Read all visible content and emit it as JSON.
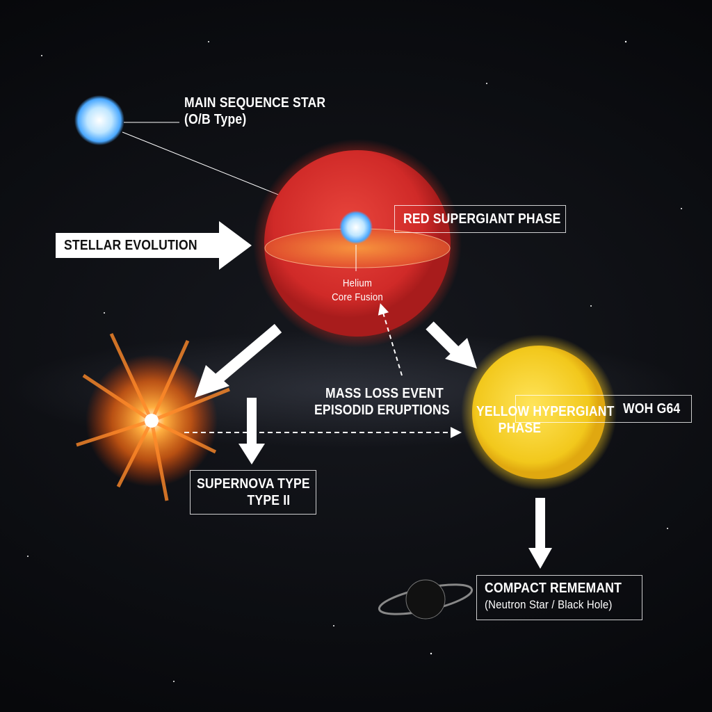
{
  "labels": {
    "main_sequence": {
      "line1": "MAIN SEQUENCE STAR",
      "line2": "(O/B Type)"
    },
    "stellar_evolution": "STELLAR EVOLUTION",
    "red_supergiant": "RED SUPERGIANT PHASE",
    "helium_core": {
      "line1": "Helium",
      "line2": "Core Fusion"
    },
    "mass_loss": {
      "line1": "MASS LOSS EVENT",
      "line2": "EPISODID ERUPTIONS"
    },
    "yellow_hypergiant": {
      "line1": "YELLOW HYPERGIANT",
      "line2": "PHASE"
    },
    "woh": "WOH G64",
    "supernova": {
      "line1": "SUPERNOVA TYPE",
      "line2": "TYPE II"
    },
    "compact_remnant": {
      "line1": "COMPACT REMEMANT",
      "line2": "(Neutron Star / Black Hole)"
    }
  },
  "colors": {
    "blue_star": "#bfe6ff",
    "red_supergiant": "#d8302c",
    "yellow_hypergiant": "#f2c81c",
    "explosion": "#ff7a1a"
  }
}
